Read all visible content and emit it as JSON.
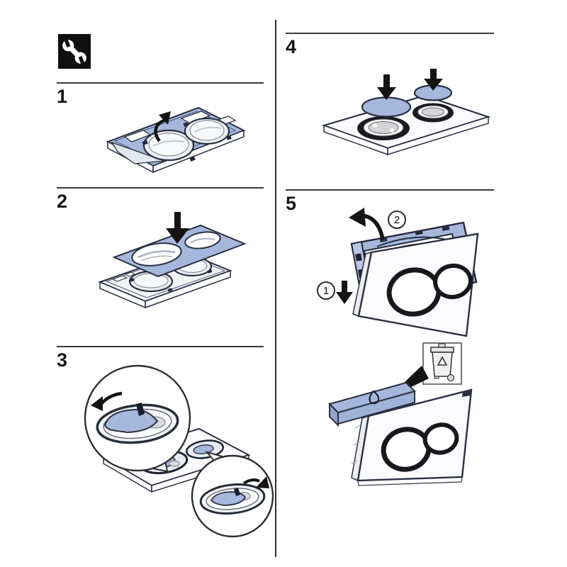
{
  "document": {
    "type": "installation-manual-page",
    "background": "#ffffff"
  },
  "colors": {
    "page_bg": "#ffffff",
    "accent_blue": "#a5b8dc",
    "accent_blue_dark": "#8fa3cc",
    "outline_dark": "#2a3040",
    "arrow_black": "#141414",
    "rule_gray": "#3a3a3a",
    "tools_box_black": "#0f0f0f",
    "plate_white": "#fbfbfd"
  },
  "tools_header": {
    "icon": "wrench-icon"
  },
  "steps": [
    {
      "number": "1"
    },
    {
      "number": "2"
    },
    {
      "number": "3"
    },
    {
      "number": "4"
    },
    {
      "number": "5",
      "substeps": [
        {
          "label": "1"
        },
        {
          "label": "2"
        }
      ],
      "disposal_icon": "recycle-bin-icon",
      "strip_icon": "water-drop-icon"
    }
  ]
}
